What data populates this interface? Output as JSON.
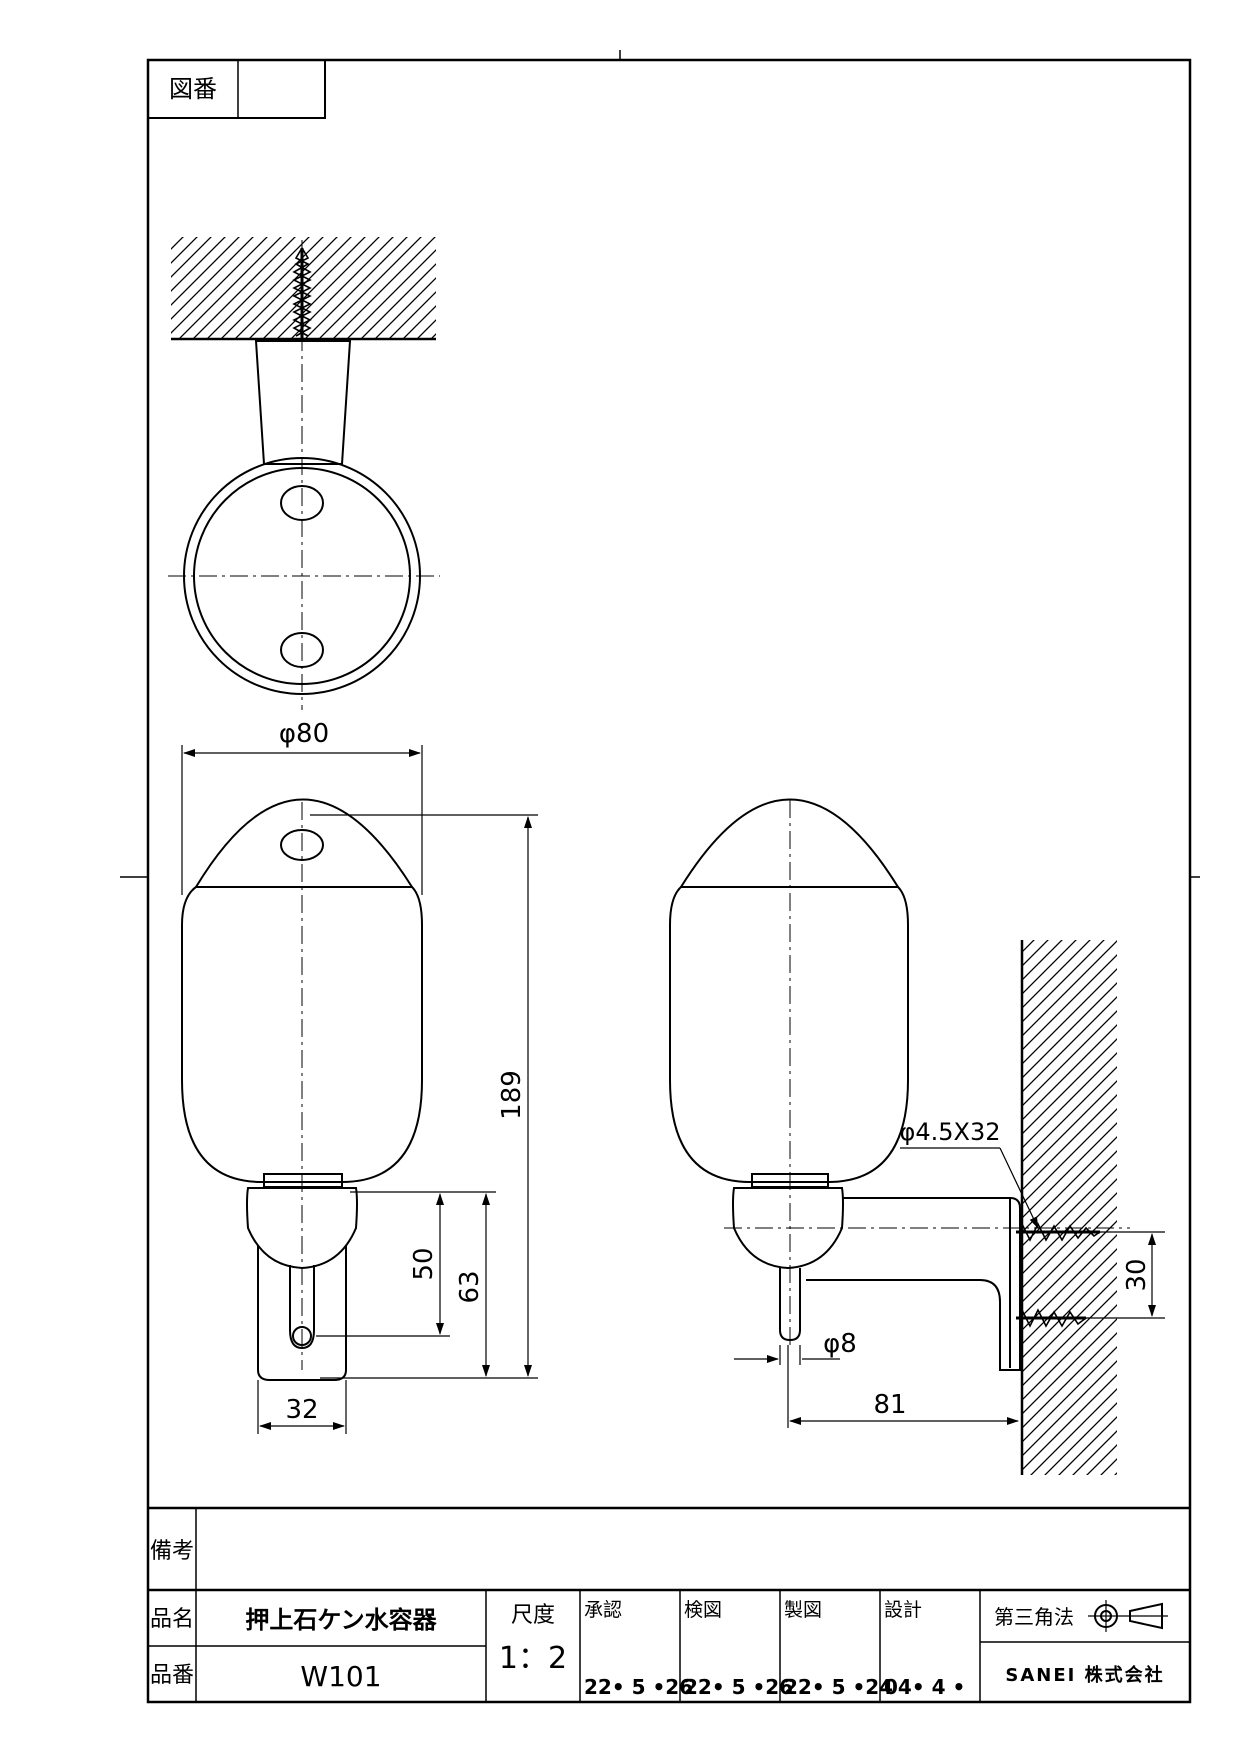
{
  "drawing_number_label": "図番",
  "drawing_number_value": "",
  "dimensions": {
    "diameter": "φ80",
    "height": "189",
    "d50": "50",
    "d63": "63",
    "d32": "32",
    "screw": "φ4.5X32",
    "shaft": "φ8",
    "projection": "81",
    "screw_pitch": "30"
  },
  "title_block": {
    "remarks_label": "備考",
    "remarks_value": "",
    "product_name_label": "品名",
    "product_name": "押上石ケン水容器",
    "product_number_label": "品番",
    "product_number": "W101",
    "scale_label": "尺度",
    "scale": "1：2",
    "approval_label": "承認",
    "approval_date": "22• 5 •26",
    "check_label": "検図",
    "check_date": "22• 5 •26",
    "drawn_label": "製図",
    "drawn_date": "22• 5 •24",
    "design_label": "設計",
    "design_date": "04• 4 •",
    "projection_label": "第三角法",
    "company": "SANEI 株式会社"
  }
}
